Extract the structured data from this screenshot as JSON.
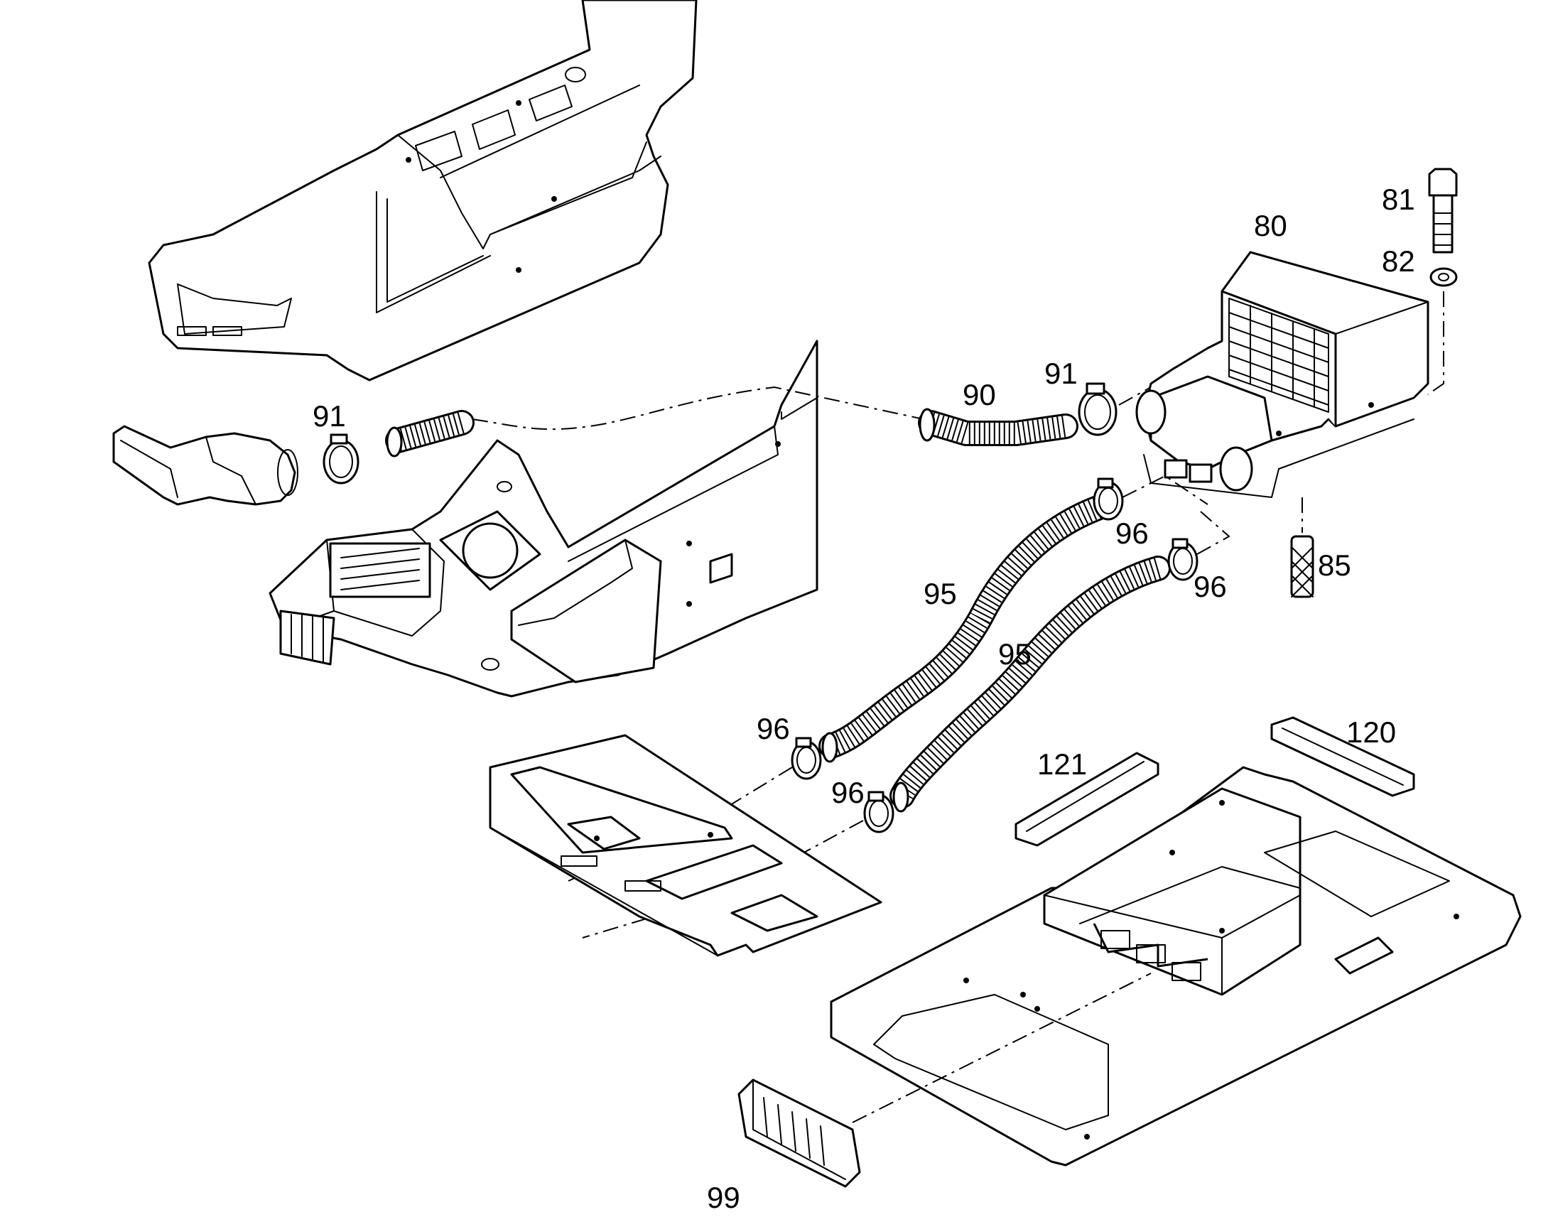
{
  "callouts": [
    {
      "id": "80",
      "text": "80"
    },
    {
      "id": "81",
      "text": "81"
    },
    {
      "id": "82",
      "text": "82"
    },
    {
      "id": "85",
      "text": "85"
    },
    {
      "id": "90",
      "text": "90"
    },
    {
      "id": "91a",
      "text": "91"
    },
    {
      "id": "91b",
      "text": "91"
    },
    {
      "id": "95a",
      "text": "95"
    },
    {
      "id": "95b",
      "text": "95"
    },
    {
      "id": "96a",
      "text": "96"
    },
    {
      "id": "96b",
      "text": "96"
    },
    {
      "id": "96c",
      "text": "96"
    },
    {
      "id": "96d",
      "text": "96"
    },
    {
      "id": "99",
      "text": "99"
    },
    {
      "id": "120",
      "text": "120"
    },
    {
      "id": "121",
      "text": "121"
    }
  ]
}
